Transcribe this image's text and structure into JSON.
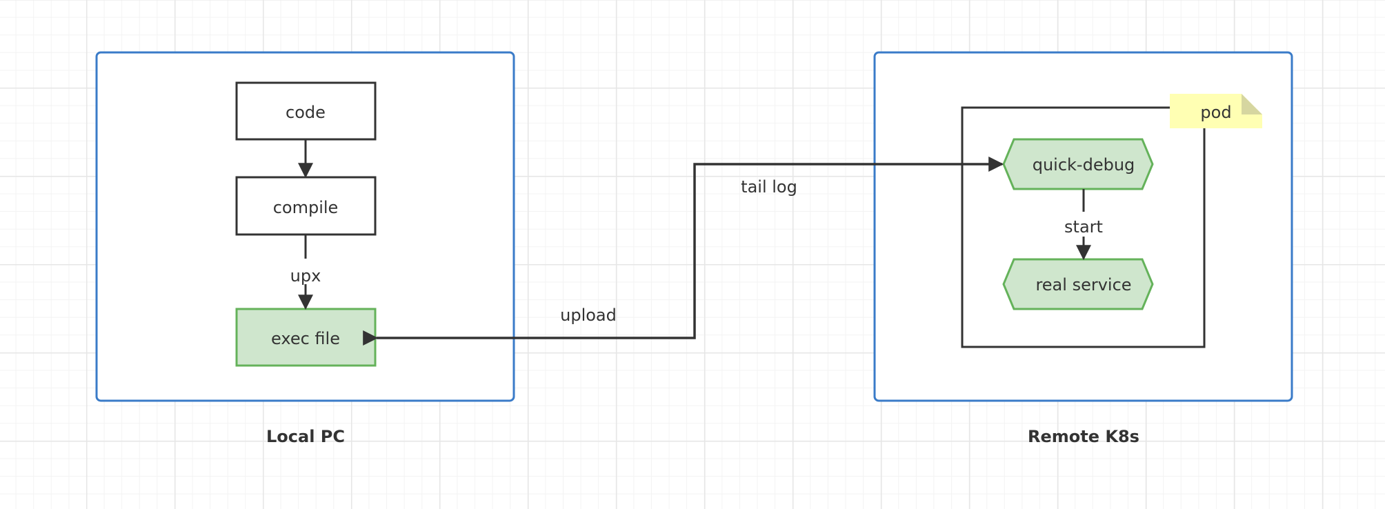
{
  "groups": {
    "local": {
      "label": "Local PC"
    },
    "remote": {
      "label": "Remote K8s"
    }
  },
  "nodes": {
    "code": {
      "label": "code"
    },
    "compile": {
      "label": "compile"
    },
    "exec_file": {
      "label": "exec file"
    },
    "pod": {
      "label": "pod"
    },
    "quick_debug": {
      "label": "quick-debug"
    },
    "real_service": {
      "label": "real service"
    }
  },
  "edges": {
    "upx": {
      "label": "upx"
    },
    "upload": {
      "label": "upload"
    },
    "tail_log": {
      "label": "tail log"
    },
    "start": {
      "label": "start"
    }
  },
  "colors": {
    "group_border": "#3a7bc8",
    "node_border": "#333333",
    "green_fill": "#cfe6cd",
    "green_border": "#64b25a",
    "note_fill": "#ffffb3",
    "note_fold": "#d6d6a0",
    "line": "#333333"
  }
}
